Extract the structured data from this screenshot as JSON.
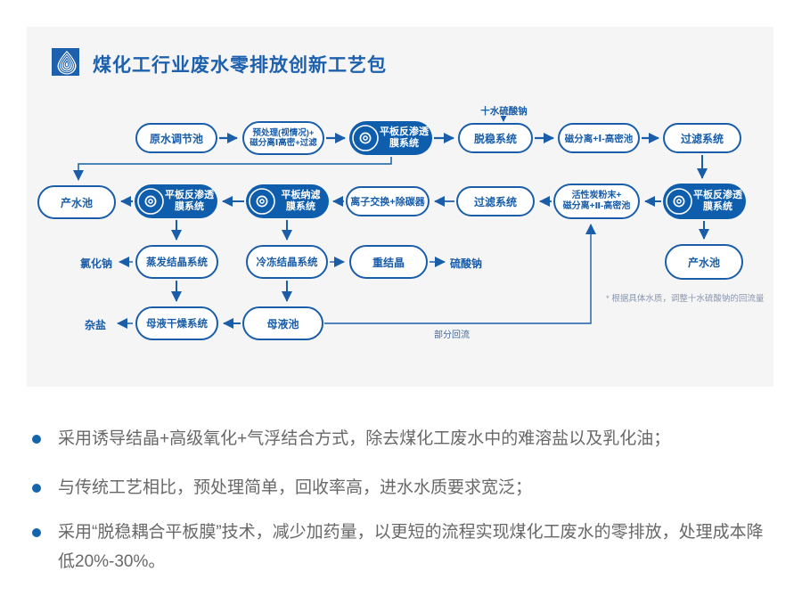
{
  "header": {
    "title": "煤化工行业废水零排放创新工艺包"
  },
  "colors": {
    "primary_blue": "#1a5da8",
    "solid_node_blue": "#0f5ead",
    "card_background": "#f5f5f6",
    "bullet_text_gray": "#686868",
    "note_gray": "#8a97ad"
  },
  "flowchart": {
    "nodes": {
      "raw_water": {
        "label": "原水调节池"
      },
      "pretreat": {
        "line1": "预处理(视情况)+",
        "line2": "磁分离Ⅰ高密+过滤"
      },
      "ro1": {
        "line1": "平板反渗透",
        "line2": "膜系统"
      },
      "destab": {
        "label": "脱稳系统"
      },
      "magsep1": {
        "label": "磁分离+Ⅰ-高密池"
      },
      "filter1": {
        "label": "过滤系统"
      },
      "product1": {
        "label": "产水池"
      },
      "ro2": {
        "line1": "平板反渗透",
        "line2": "膜系统"
      },
      "nf": {
        "line1": "平板纳滤",
        "line2": "膜系统"
      },
      "ion_exchange": {
        "label": "离子交换+除碳器"
      },
      "filter2": {
        "label": "过滤系统"
      },
      "carbon": {
        "line1": "活性炭粉末+",
        "line2": "磁分离+Ⅱ-高密池"
      },
      "ro3": {
        "line1": "平板反渗透",
        "line2": "膜系统"
      },
      "product2": {
        "label": "产水池"
      },
      "evap": {
        "label": "蒸发结晶系统"
      },
      "freeze": {
        "label": "冷冻结晶系统"
      },
      "recryst": {
        "label": "重结晶"
      },
      "mother_dry": {
        "label": "母液干燥系统"
      },
      "mother_pool": {
        "label": "母液池"
      }
    },
    "outputs": {
      "nacl": "氯化钠",
      "na2so4": "硫酸钠",
      "mixed_salt": "杂盐"
    },
    "annotations": {
      "sodium_sulfate_feed": "十水硫酸钠",
      "partial_reflux": "部分回流",
      "note": "* 根据具体水质，调整十水硫酸钠的回流量"
    }
  },
  "bullets": [
    "采用诱导结晶+高级氧化+气浮结合方式，除去煤化工废水中的难溶盐以及乳化油；",
    "与传统工艺相比，预处理简单，回收率高，进水水质要求宽泛；",
    "采用“脱稳耦合平板膜”技术，减少加药量，以更短的流程实现煤化工废水的零排放，处理成本降低20%-30%。"
  ]
}
